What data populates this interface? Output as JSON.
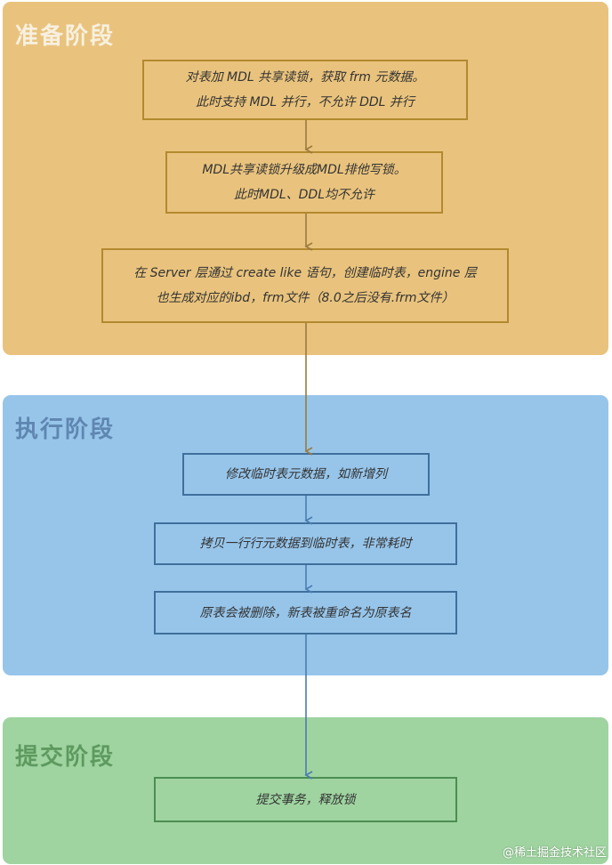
{
  "phases": {
    "prep": {
      "title": "准备阶段",
      "steps": [
        [
          "对表加 MDL 共享读锁，获取 frm 元数据。",
          "此时支持 MDL 并行，不允许 DDL 并行"
        ],
        [
          "MDL共享读锁升级成MDL排他写锁。",
          "此时MDL、DDL均不允许"
        ],
        [
          "在 Server 层通过 create like 语句，创建临时表，engine 层",
          "也生成对应的ibd，frm文件（8.0之后没有.frm文件）"
        ]
      ]
    },
    "exec": {
      "title": "执行阶段",
      "steps": [
        [
          "修改临时表元数据，如新增列"
        ],
        [
          "拷贝一行行元数据到临时表，非常耗时"
        ],
        [
          "原表会被删除，新表被重命名为原表名"
        ]
      ]
    },
    "commit": {
      "title": "提交阶段",
      "steps": [
        [
          "提交事务，释放锁"
        ]
      ]
    }
  },
  "watermark": "@稀土掘金技术社区",
  "colors": {
    "prep_bg": "#e9c37d",
    "exec_bg": "#97c5ea",
    "commit_bg": "#9fd4a0",
    "prep_arrow": "#9a7a3e",
    "exec_arrow": "#4a7cb0"
  }
}
